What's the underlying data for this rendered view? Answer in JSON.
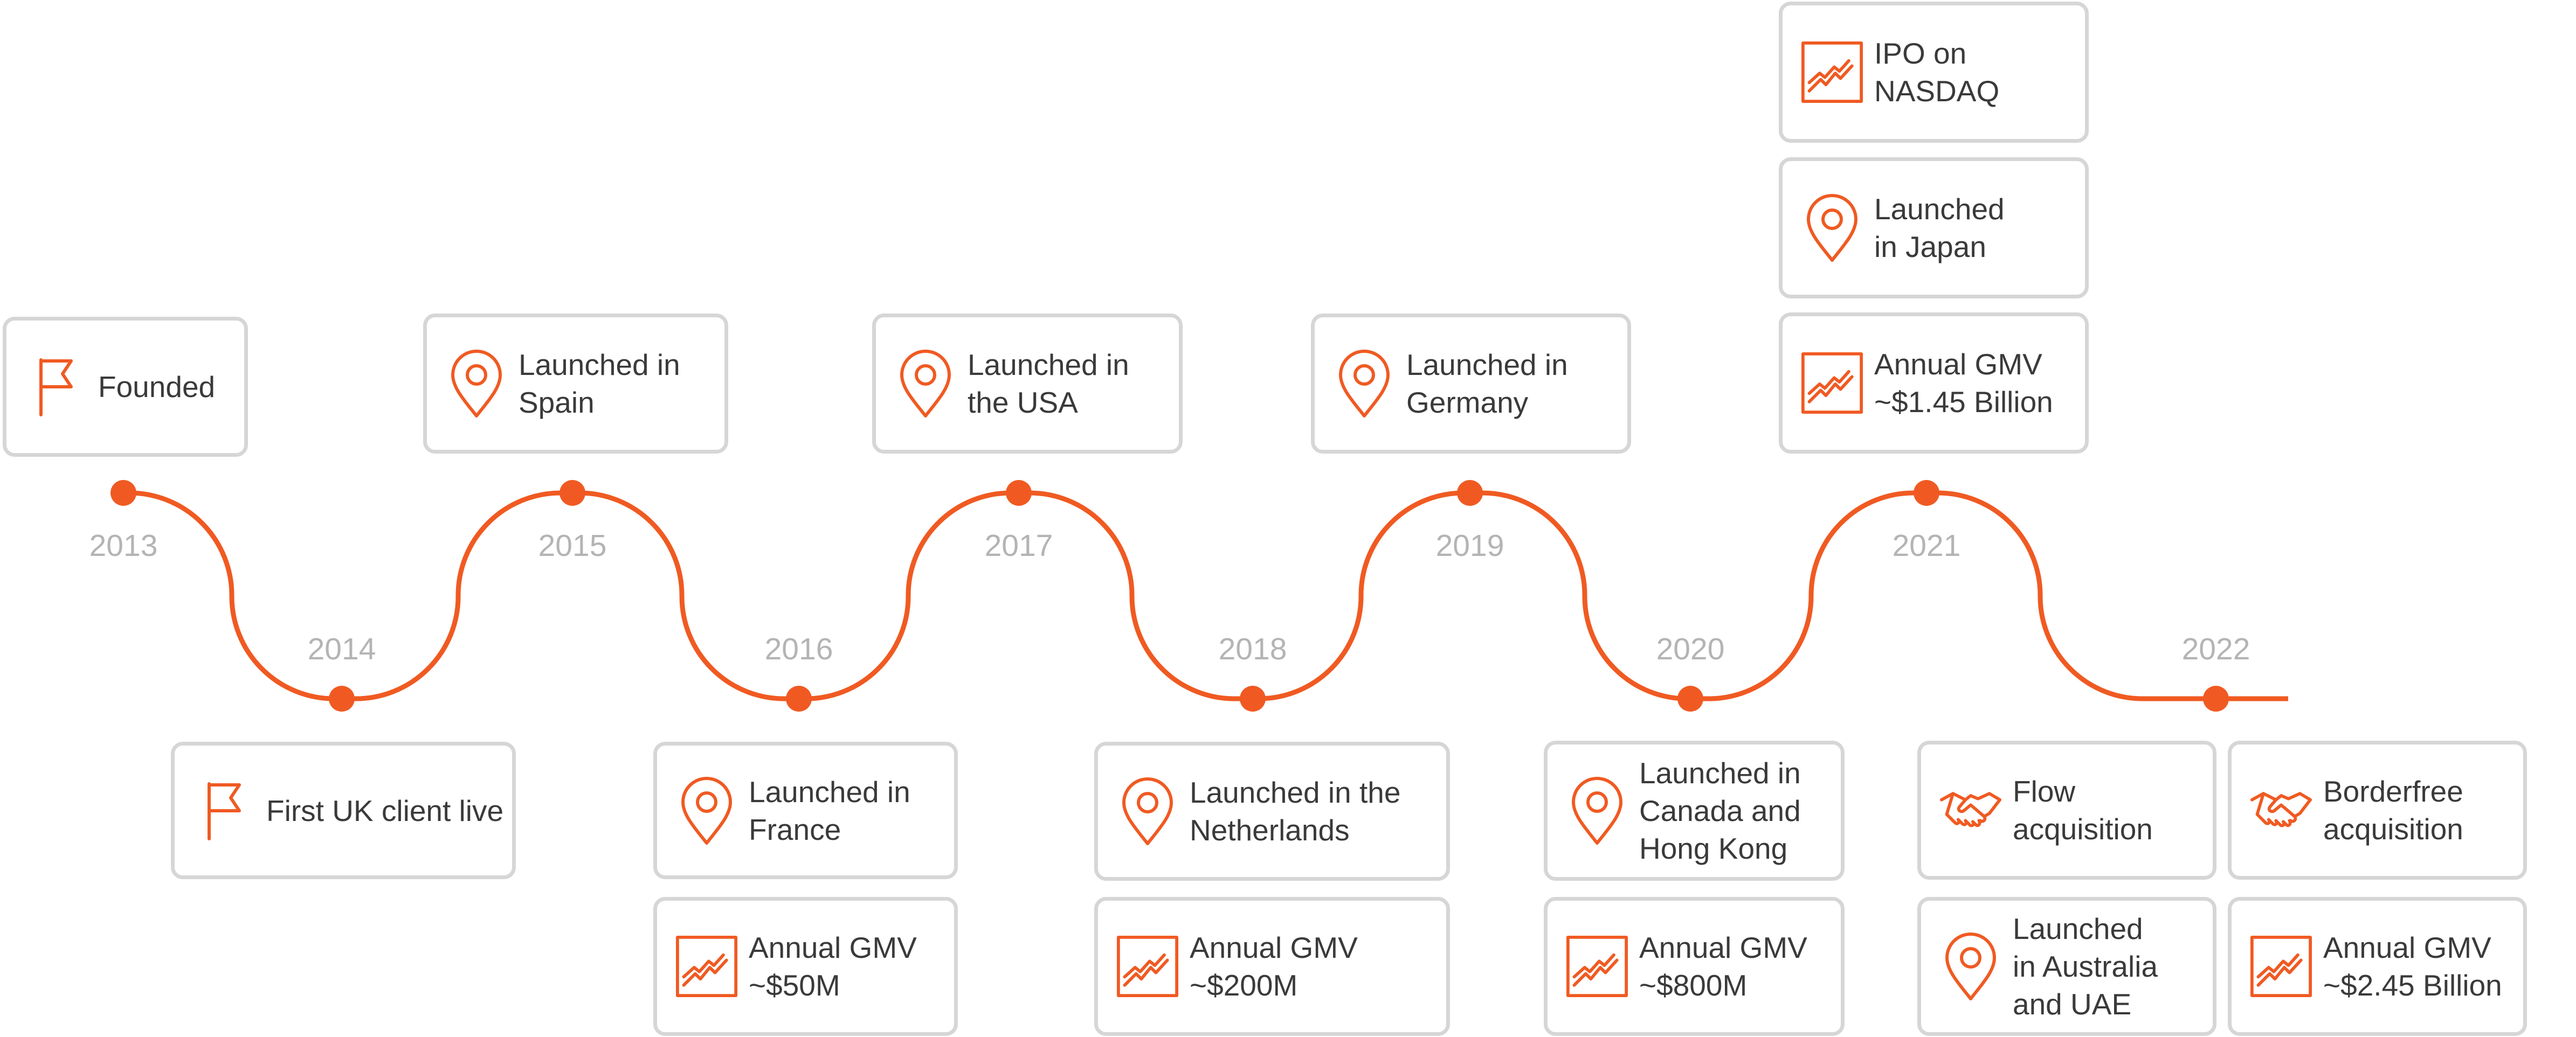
{
  "accent_color": "#f05a22",
  "milestones": [
    {
      "year": "2013",
      "events": [
        {
          "icon": "flag-icon",
          "text": "Founded"
        }
      ]
    },
    {
      "year": "2014",
      "events": [
        {
          "icon": "flag-icon",
          "text": "First UK client live"
        }
      ]
    },
    {
      "year": "2015",
      "events": [
        {
          "icon": "location-pin-icon",
          "text": "Launched in\nSpain"
        }
      ]
    },
    {
      "year": "2016",
      "events": [
        {
          "icon": "location-pin-icon",
          "text": "Launched in\nFrance"
        },
        {
          "icon": "growth-chart-icon",
          "text": "Annual GMV\n~$50M"
        }
      ]
    },
    {
      "year": "2017",
      "events": [
        {
          "icon": "location-pin-icon",
          "text": "Launched in\nthe USA"
        }
      ]
    },
    {
      "year": "2018",
      "events": [
        {
          "icon": "location-pin-icon",
          "text": "Launched in the\nNetherlands"
        },
        {
          "icon": "growth-chart-icon",
          "text": "Annual GMV\n~$200M"
        }
      ]
    },
    {
      "year": "2019",
      "events": [
        {
          "icon": "location-pin-icon",
          "text": "Launched in\nGermany"
        }
      ]
    },
    {
      "year": "2020",
      "events": [
        {
          "icon": "location-pin-icon",
          "text": "Launched in\nCanada and\nHong Kong"
        },
        {
          "icon": "growth-chart-icon",
          "text": "Annual GMV\n~$800M"
        }
      ]
    },
    {
      "year": "2021",
      "events": [
        {
          "icon": "growth-chart-icon",
          "text": "IPO on\nNASDAQ"
        },
        {
          "icon": "location-pin-icon",
          "text": "Launched\nin Japan"
        },
        {
          "icon": "growth-chart-icon",
          "text": "Annual GMV\n~$1.45 Billion"
        }
      ]
    },
    {
      "year": "2022",
      "events": [
        {
          "icon": "handshake-icon",
          "text": "Flow\nacquisition"
        },
        {
          "icon": "location-pin-icon",
          "text": "Launched\nin Australia\nand UAE"
        },
        {
          "icon": "handshake-icon",
          "text": "Borderfree\nacquisition"
        },
        {
          "icon": "growth-chart-icon",
          "text": "Annual GMV\n~$2.45 Billion"
        }
      ]
    }
  ]
}
